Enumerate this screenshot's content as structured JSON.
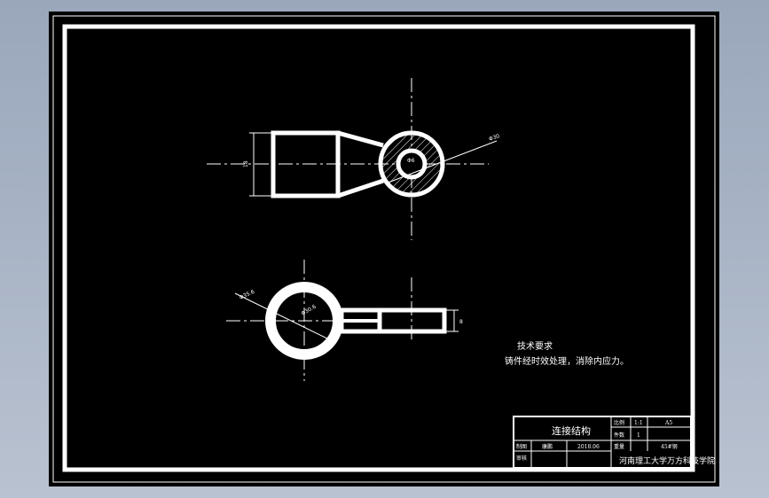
{
  "drawing": {
    "part_title": "连接结构",
    "notes_heading": "技术要求",
    "notes_body": "铸件经时效处理，消除内应力。",
    "dim_top_circle_outer": "Φ30",
    "dim_top_circle_inner": "Φ6",
    "dim_top_height": "18",
    "dim_bottom_outer": "Φ35.6",
    "dim_bottom_inner": "Φ30.6",
    "dim_bottom_thickness": "8"
  },
  "title_block": {
    "label_ratio": "比例",
    "value_ratio": "1:1",
    "label_count": "件数",
    "value_count": "1",
    "label_weight": "重量",
    "value_drawing_no": "A5",
    "value_material": "45#钢",
    "label_drafter": "制图",
    "value_drafter": "康鹏",
    "value_date": "2018.06",
    "label_checker": "审核",
    "school": "河南理工大学万方科技学院"
  },
  "colors": {
    "background": "#000000",
    "line": "#ffffff",
    "window": "#a4b0c2"
  }
}
